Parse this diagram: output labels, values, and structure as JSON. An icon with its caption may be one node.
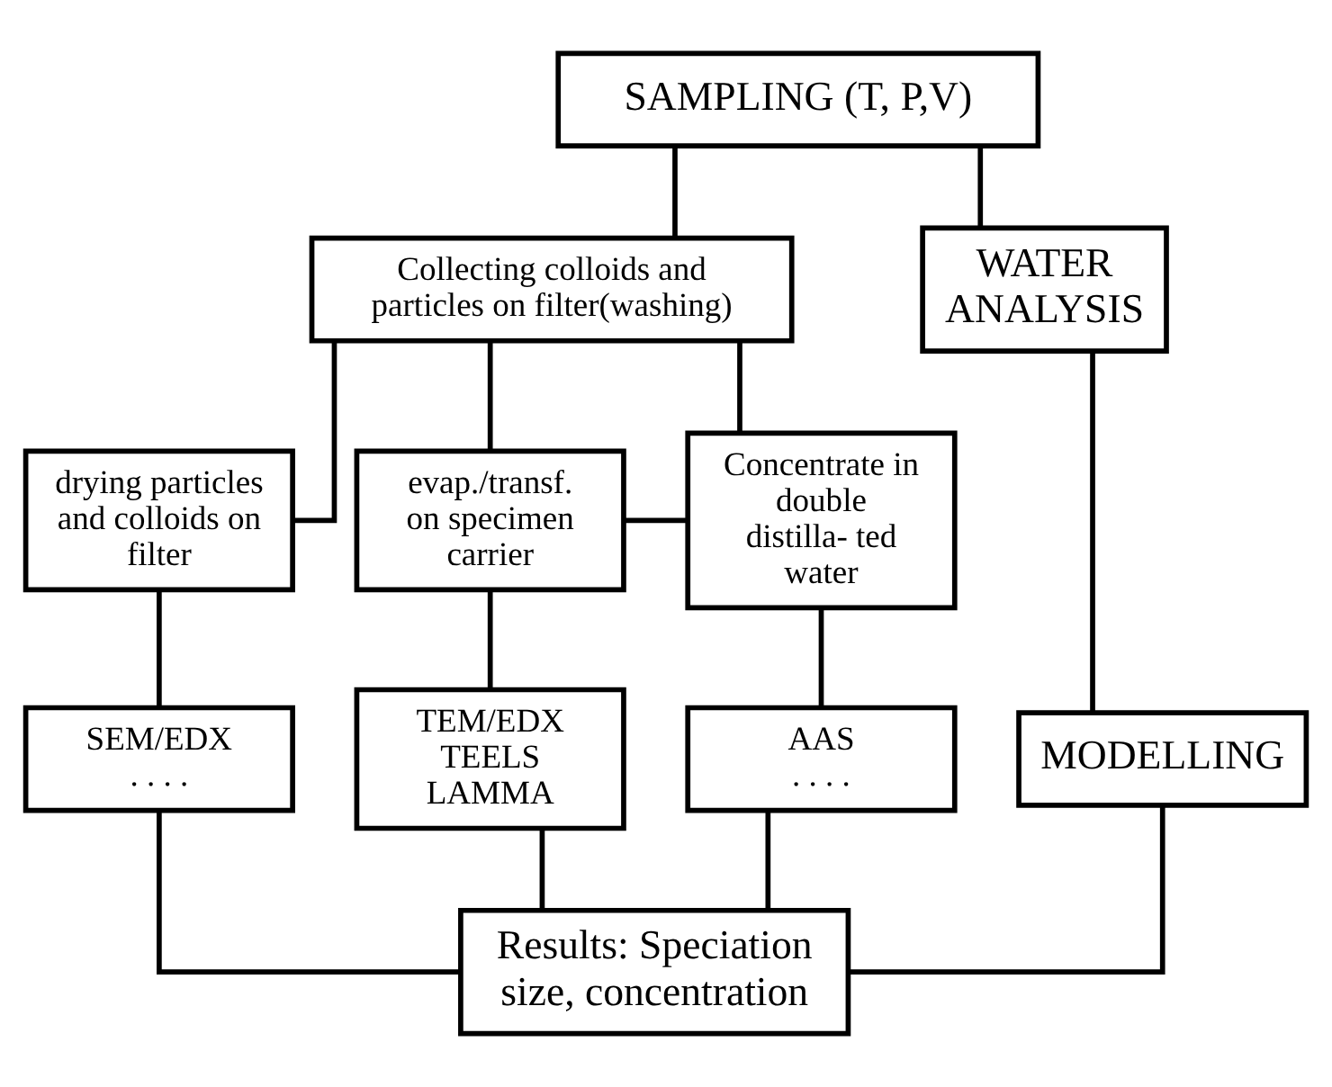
{
  "diagram": {
    "nodes": [
      {
        "text": [
          "SAMPLING (T, P,V)"
        ]
      },
      {
        "text": [
          "Collecting colloids and particles on filter(washing)"
        ]
      },
      {
        "text": [
          "WATER ANALYSIS"
        ]
      },
      {
        "text": [
          "drying particles and colloids on filter"
        ]
      },
      {
        "text": [
          "evap./transf. on specimen carrier"
        ]
      },
      {
        "text": [
          "Concentrate in double distilla- ted water"
        ]
      },
      {
        "text": [
          "SEM/EDX",
          ". . . ."
        ]
      },
      {
        "text": [
          "TEM/EDX",
          "TEELS",
          "LAMMA"
        ]
      },
      {
        "text": [
          "AAS",
          ". . . ."
        ]
      },
      {
        "text": [
          "MODELLING"
        ]
      },
      {
        "text": [
          "Results: Speciation size, concentration"
        ]
      }
    ],
    "edges": [
      {
        "from": 0,
        "to": 1,
        "arrow": "none"
      },
      {
        "from": 0,
        "to": 2,
        "arrow": "none"
      },
      {
        "from": 1,
        "to": 3,
        "arrow": "none"
      },
      {
        "from": 1,
        "to": 4,
        "arrow": "none"
      },
      {
        "from": 1,
        "to": 5,
        "arrow": "none"
      },
      {
        "from": 4,
        "to": 5,
        "arrow": "none"
      },
      {
        "from": 3,
        "to": 6,
        "arrow": "none"
      },
      {
        "from": 4,
        "to": 7,
        "arrow": "none"
      },
      {
        "from": 5,
        "to": 8,
        "arrow": "none"
      },
      {
        "from": 2,
        "to": 9,
        "arrow": "none"
      },
      {
        "from": 6,
        "to": 10,
        "arrow": "none"
      },
      {
        "from": 7,
        "to": 10,
        "arrow": "none"
      },
      {
        "from": 8,
        "to": 10,
        "arrow": "none"
      },
      {
        "from": 9,
        "to": 10,
        "arrow": "none"
      }
    ]
  }
}
